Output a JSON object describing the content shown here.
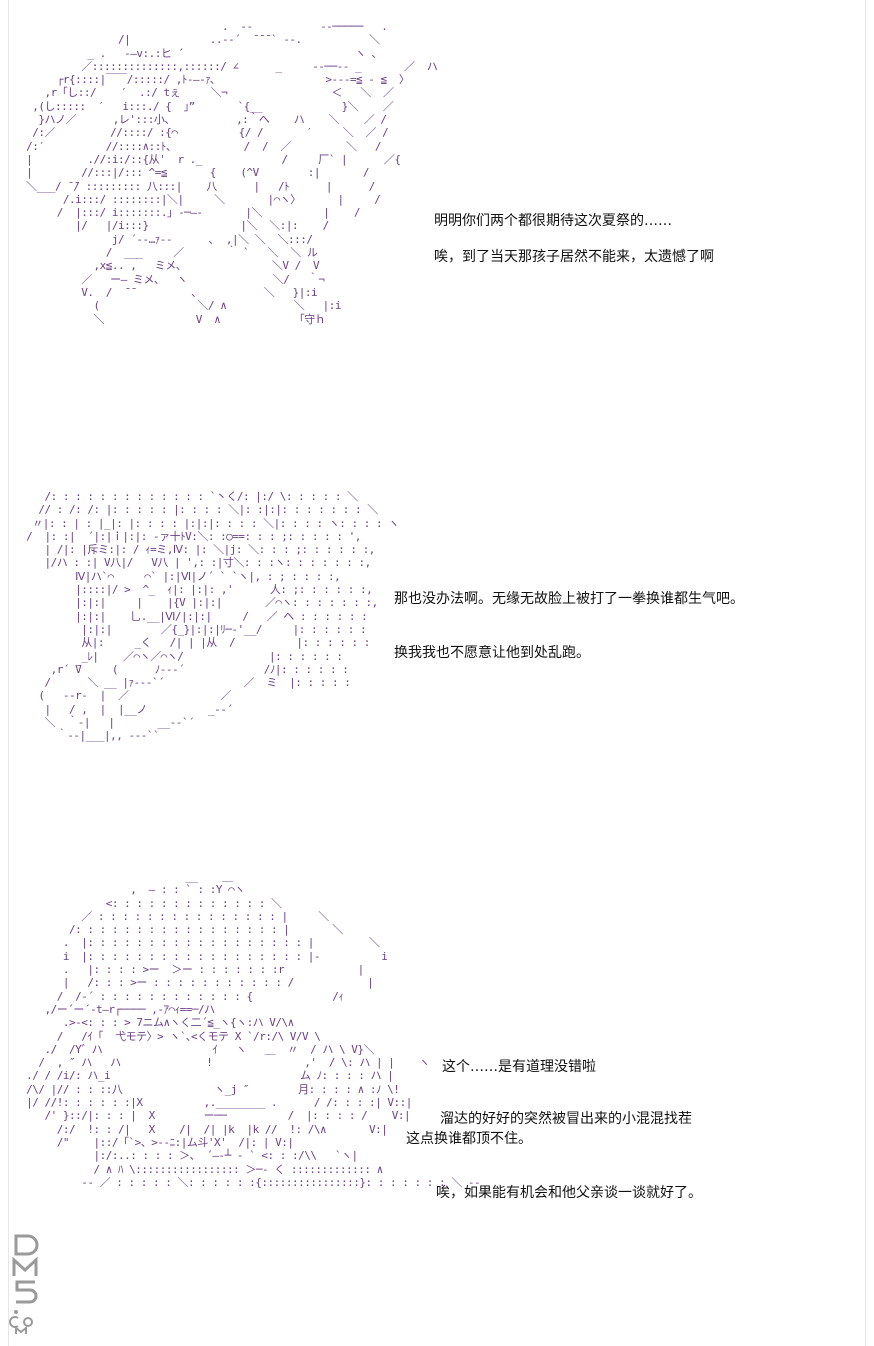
{
  "colors": {
    "ascii_art": "#6a3f86",
    "dialogue_text": "#111111",
    "background": "#ffffff",
    "watermark": "#9a9a9a"
  },
  "panels": [
    {
      "art_icon": "ascii-art-character-crying",
      "lines": [
        "明明你们两个都很期待这次夏祭的……",
        "唉，到了当天那孩子居然不能来，太遗憾了啊"
      ]
    },
    {
      "art_icon": "ascii-art-character-smiling",
      "lines": [
        "那也没办法啊。无缘无故脸上被打了一拳换谁都生气吧。",
        "换我我也不愿意让他到处乱跑。"
      ]
    },
    {
      "art_icon": "ascii-art-character-hat",
      "lines": [
        "这个……是有道理没错啦",
        "溜达的好好的突然被冒出来的小混混找茬",
        "这点换谁都顶不住。",
        "唉，如果能有机会和他父亲谈一谈就好了。"
      ]
    }
  ],
  "watermark": {
    "text": "DM5.com",
    "icon": "dm5-logo-icon"
  }
}
